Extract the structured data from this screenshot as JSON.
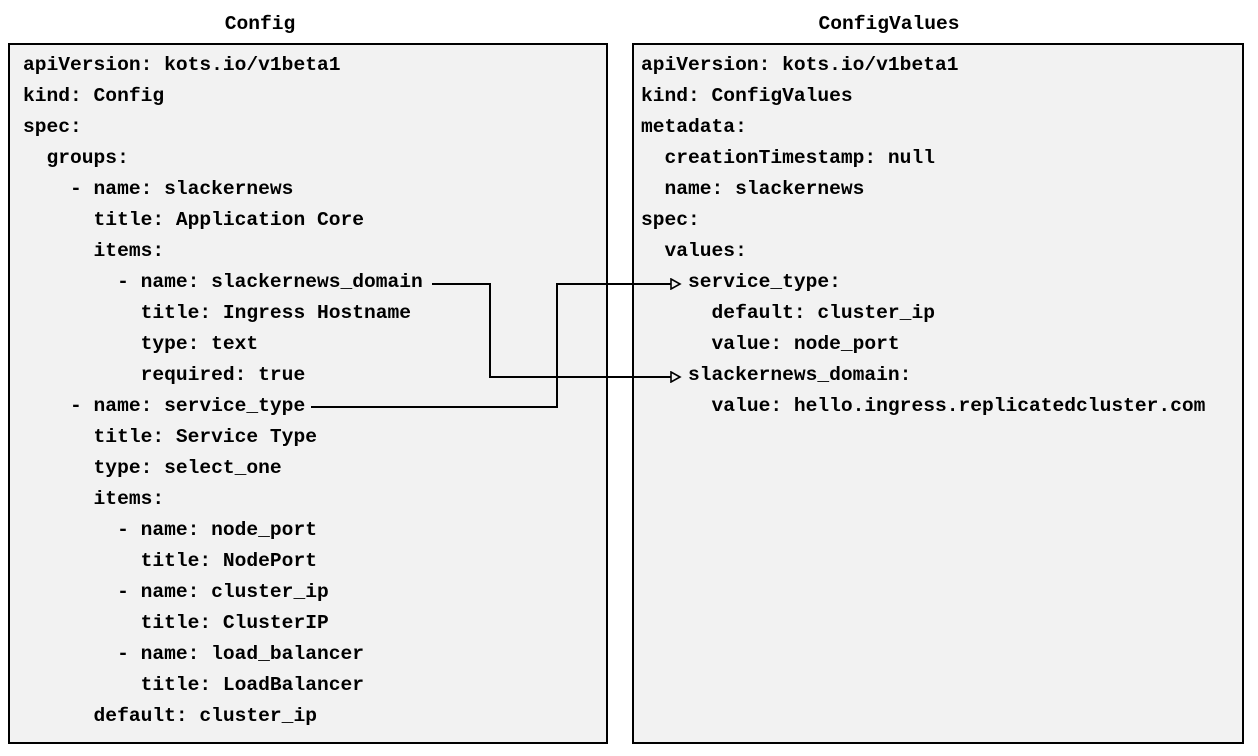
{
  "panels": {
    "left": {
      "title": "Config",
      "lines": [
        "apiVersion: kots.io/v1beta1",
        "kind: Config",
        "spec:",
        "  groups:",
        "    - name: slackernews",
        "      title: Application Core",
        "      items:",
        "        - name: slackernews_domain",
        "          title: Ingress Hostname",
        "          type: text",
        "          required: true",
        "    - name: service_type",
        "      title: Service Type",
        "      type: select_one",
        "      items:",
        "        - name: node_port",
        "          title: NodePort",
        "        - name: cluster_ip",
        "          title: ClusterIP",
        "        - name: load_balancer",
        "          title: LoadBalancer",
        "      default: cluster_ip"
      ]
    },
    "right": {
      "title": "ConfigValues",
      "lines": [
        "apiVersion: kots.io/v1beta1",
        "kind: ConfigValues",
        "metadata:",
        "  creationTimestamp: null",
        "  name: slackernews",
        "spec:",
        "  values:",
        "    service_type:",
        "      default: cluster_ip",
        "      value: node_port",
        "    slackernews_domain:",
        "      value: hello.ingress.replicatedcluster.com"
      ]
    }
  },
  "connections": [
    {
      "from": "Config item name: slackernews_domain",
      "to": "ConfigValues spec.values slackernews_domain:"
    },
    {
      "from": "Config item name: service_type",
      "to": "ConfigValues spec.values service_type:"
    }
  ],
  "colors": {
    "background": "#ffffff",
    "panel_fill": "#f2f2f2",
    "panel_border": "#000000",
    "text": "#000000",
    "connector": "#000000"
  }
}
